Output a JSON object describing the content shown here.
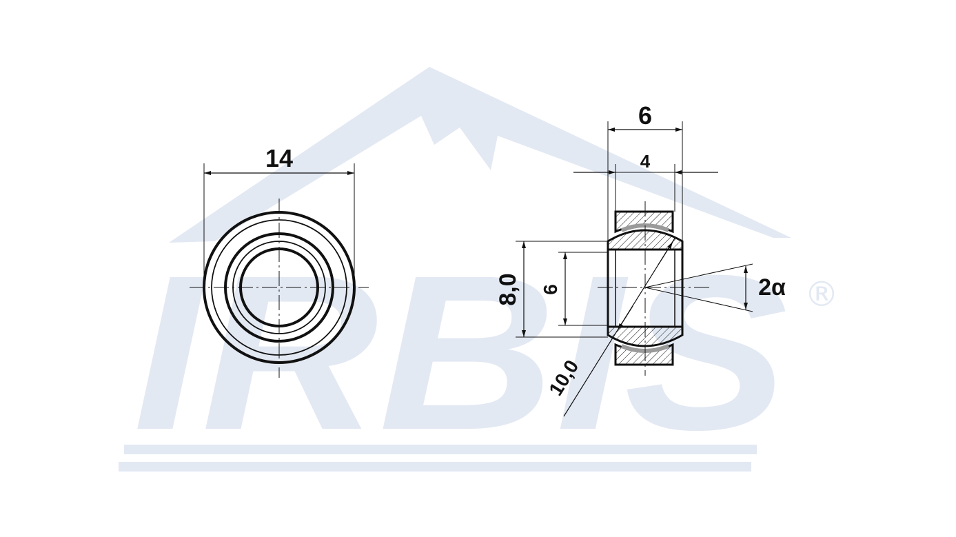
{
  "watermark": {
    "logo_text": "IRBIS",
    "registered_mark": "®",
    "color": "#e5ebf4"
  },
  "dimensions": {
    "outer_diameter": "14",
    "total_width": "6",
    "inner_width": "4",
    "sphere_height": "8,0",
    "bore": "6",
    "ball_diameter": "10,0",
    "tilt_angle": "2α"
  },
  "colors": {
    "line": "#111111",
    "hatch": "#222222",
    "liner": "#9a9a9a"
  }
}
